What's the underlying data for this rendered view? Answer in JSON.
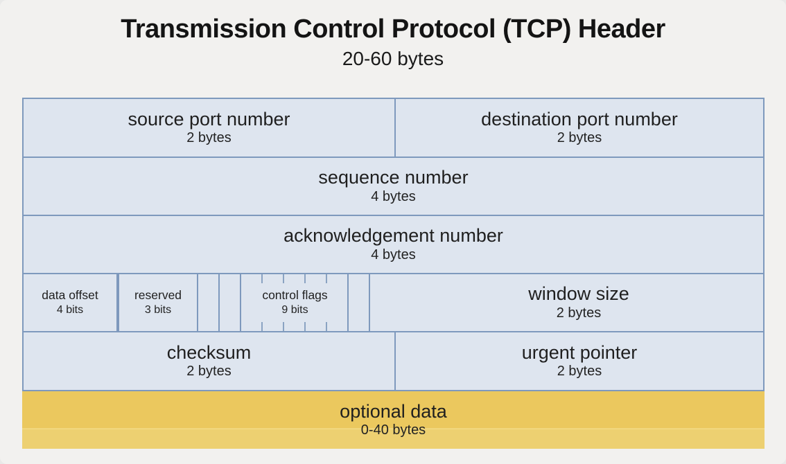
{
  "page": {
    "background": "#f2f1ef"
  },
  "header": {
    "title": "Transmission Control Protocol (TCP) Header",
    "subtitle": "20-60 bytes"
  },
  "diagram": {
    "colors": {
      "cell_fill": "#dee5ef",
      "cell_border": "#7e99bd",
      "bit_tick": "#8aa3c2",
      "optional_fill": "#ebc85e",
      "optional_fill_light": "#edd071",
      "text": "#1f1f1f"
    },
    "rows": [
      {
        "name": "ports",
        "cells": [
          {
            "label": "source port number",
            "size": "2 bytes"
          },
          {
            "label": "destination port number",
            "size": "2 bytes"
          }
        ]
      },
      {
        "name": "sequence",
        "cells": [
          {
            "label": "sequence number",
            "size": "4 bytes"
          }
        ]
      },
      {
        "name": "acknowledgement",
        "cells": [
          {
            "label": "acknowledgement number",
            "size": "4 bytes"
          }
        ]
      },
      {
        "name": "offset-flags-window",
        "cells": [
          {
            "label": "data offset",
            "size": "4 bits"
          },
          {
            "label": "reserved",
            "size": "3 bits"
          },
          {
            "label": "control flags",
            "size": "9 bits"
          },
          {
            "label": "window size",
            "size": "2 bytes"
          }
        ]
      },
      {
        "name": "checksum-urgent",
        "cells": [
          {
            "label": "checksum",
            "size": "2 bytes"
          },
          {
            "label": "urgent pointer",
            "size": "2 bytes"
          }
        ]
      },
      {
        "name": "optional",
        "cells": [
          {
            "label": "optional data",
            "size": "0-40 bytes"
          }
        ]
      }
    ]
  }
}
